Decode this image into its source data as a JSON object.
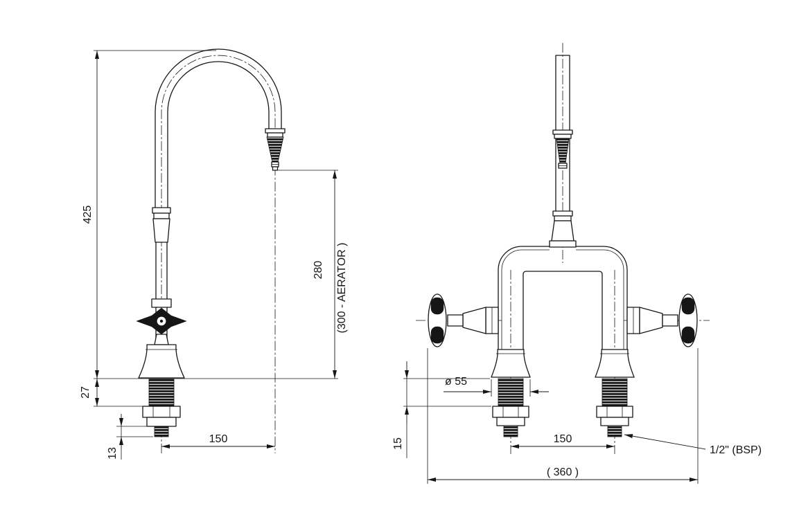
{
  "drawing": {
    "background": "#ffffff",
    "line_color": "#161616",
    "side": {
      "view_name": "side-elevation",
      "overall_height": "425",
      "spout_height": "280",
      "aerator_note": "(300 - AERATOR )",
      "shank_length": "27",
      "tail_length": "13",
      "spout_reach": "150"
    },
    "front": {
      "view_name": "front-elevation",
      "base_diameter": "ø 55",
      "deck_thickness": "15",
      "centres": "150",
      "overall_width": "( 360 )",
      "thread_spec": "1/2\" (BSP)"
    }
  }
}
